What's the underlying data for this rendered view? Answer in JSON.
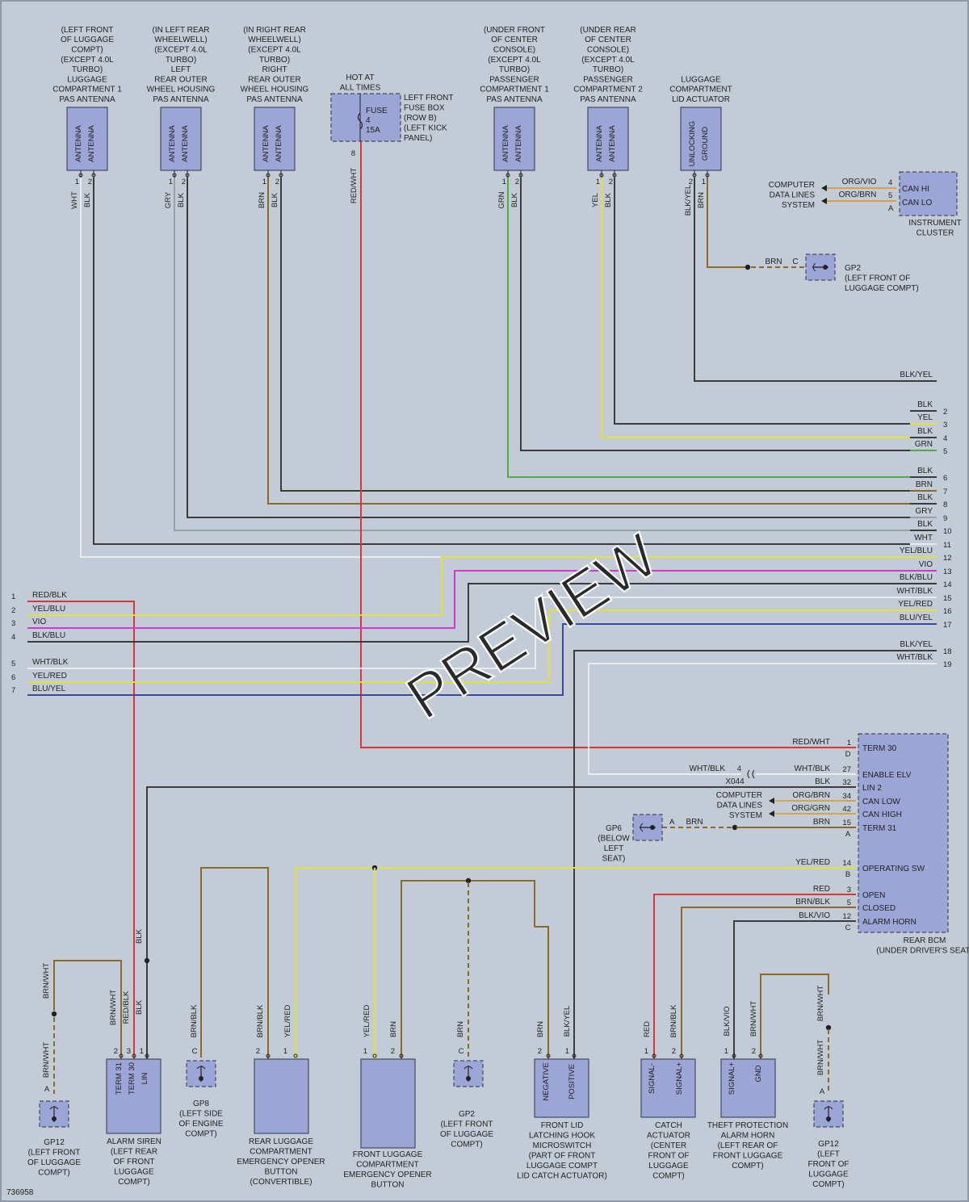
{
  "colors": {
    "RED": "#d8373a",
    "BLK": "#3c3c3c",
    "WHT": "#e9ecef",
    "GRY": "#9aa0a8",
    "BRN": "#8a6a2a",
    "YEL": "#e3e03a",
    "GRN": "#4cae3e",
    "VIO": "#cc3ad0",
    "BLU": "#3a4aa0",
    "ORG": "#d9a050"
  },
  "diagram_id": "736958",
  "watermark": "PREVIEW",
  "hot_at_all_times": [
    "HOT AT",
    "ALL TIMES"
  ],
  "fuse": {
    "label": "FUSE",
    "num": "4",
    "amp": "15A",
    "pin": "8",
    "wire": "RED/WHT",
    "location": [
      "LEFT FRONT",
      "FUSE BOX",
      "(ROW B)",
      "(LEFT KICK",
      "PANEL)"
    ]
  },
  "antennas": [
    {
      "title": [
        "(LEFT FRONT",
        "OF LUGGAGE",
        "COMPT)",
        "(EXCEPT 4.0L",
        "TURBO)",
        "LUGGAGE",
        "COMPARTMENT 1",
        "PAS ANTENNA"
      ],
      "pins": [
        "ANTENNA",
        "ANTENNA"
      ],
      "pin_nums": [
        "1",
        "2"
      ],
      "wires": [
        "WHT",
        "BLK"
      ]
    },
    {
      "title": [
        "(IN LEFT REAR",
        "WHEELWELL)",
        "(EXCEPT 4.0L",
        "TURBO)",
        "LEFT",
        "REAR OUTER",
        "WHEEL HOUSING",
        "PAS ANTENNA"
      ],
      "pins": [
        "ANTENNA",
        "ANTENNA"
      ],
      "pin_nums": [
        "1",
        "2"
      ],
      "wires": [
        "GRY",
        "BLK"
      ]
    },
    {
      "title": [
        "(IN RIGHT REAR",
        "WHEELWELL)",
        "(EXCEPT 4.0L",
        "TURBO)",
        "RIGHT",
        "REAR OUTER",
        "WHEEL HOUSING",
        "PAS ANTENNA"
      ],
      "pins": [
        "ANTENNA",
        "ANTENNA"
      ],
      "pin_nums": [
        "1",
        "2"
      ],
      "wires": [
        "BRN",
        "BLK"
      ]
    },
    {
      "title": [
        "(UNDER FRONT",
        "OF CENTER",
        "CONSOLE)",
        "(EXCEPT 4.0L",
        "TURBO)",
        "PASSENGER",
        "COMPARTMENT 1",
        "PAS ANTENNA"
      ],
      "pins": [
        "ANTENNA",
        "ANTENNA"
      ],
      "pin_nums": [
        "1",
        "2"
      ],
      "wires": [
        "GRN",
        "BLK"
      ]
    },
    {
      "title": [
        "(UNDER REAR",
        "OF CENTER",
        "CONSOLE)",
        "(EXCEPT 4.0L",
        "TURBO)",
        "PASSENGER",
        "COMPARTMENT 2",
        "PAS ANTENNA"
      ],
      "pins": [
        "ANTENNA",
        "ANTENNA"
      ],
      "pin_nums": [
        "1",
        "2"
      ],
      "wires": [
        "YEL",
        "BLK"
      ]
    },
    {
      "title": [
        "LUGGAGE",
        "COMPARTMENT",
        "LID ACTUATOR"
      ],
      "pins": [
        "UNLOCKING",
        "GROUND"
      ],
      "pin_nums": [
        "2",
        "1"
      ],
      "wires": [
        "BLK/YEL",
        "BRN"
      ]
    }
  ],
  "instrument_cluster": {
    "name": [
      "INSTRUMENT",
      "CLUSTER"
    ],
    "pins": [
      "CAN HI",
      "CAN LO"
    ],
    "pin_nums": [
      "4",
      "5"
    ],
    "conn": "A",
    "wires": [
      "ORG/VIO",
      "ORG/BRN"
    ],
    "bus": [
      "COMPUTER",
      "DATA LINES",
      "SYSTEM"
    ]
  },
  "gp2_top": {
    "wire": "BRN",
    "pin": "C",
    "name": [
      "GP2",
      "(LEFT FRONT OF",
      "LUGGAGE COMPT)"
    ]
  },
  "right_lines": [
    {
      "label": "BLK/YEL",
      "num": ""
    },
    {
      "label": "BLK",
      "num": "2"
    },
    {
      "label": "YEL",
      "num": "3"
    },
    {
      "label": "BLK",
      "num": "4"
    },
    {
      "label": "GRN",
      "num": "5"
    },
    {
      "label": "BLK",
      "num": "6"
    },
    {
      "label": "BRN",
      "num": "7"
    },
    {
      "label": "BLK",
      "num": "8"
    },
    {
      "label": "GRY",
      "num": "9"
    },
    {
      "label": "BLK",
      "num": "10"
    },
    {
      "label": "WHT",
      "num": "11"
    },
    {
      "label": "YEL/BLU",
      "num": "12"
    },
    {
      "label": "VIO",
      "num": "13"
    },
    {
      "label": "BLK/BLU",
      "num": "14"
    },
    {
      "label": "WHT/BLK",
      "num": "15"
    },
    {
      "label": "YEL/RED",
      "num": "16"
    },
    {
      "label": "BLU/YEL",
      "num": "17"
    },
    {
      "label": "BLK/YEL",
      "num": "18"
    },
    {
      "label": "WHT/BLK",
      "num": "19"
    }
  ],
  "left_lines": [
    {
      "label": "RED/BLK",
      "num": "1"
    },
    {
      "label": "YEL/BLU",
      "num": "2"
    },
    {
      "label": "VIO",
      "num": "3"
    },
    {
      "label": "BLK/BLU",
      "num": "4"
    },
    {
      "label": "WHT/BLK",
      "num": "5"
    },
    {
      "label": "YEL/RED",
      "num": "6"
    },
    {
      "label": "BLU/YEL",
      "num": "7"
    }
  ],
  "bcm": {
    "name": [
      "REAR BCM",
      "(UNDER DRIVER'S SEAT)"
    ],
    "pins": [
      {
        "wire": "RED/WHT",
        "num": "1",
        "conn": "D",
        "label": "TERM 30"
      },
      {
        "wire": "WHT/BLK",
        "num": "27",
        "conn": "",
        "label": "ENABLE ELV"
      },
      {
        "wire": "BLK",
        "num": "32",
        "conn": "",
        "label": "LIN 2"
      },
      {
        "wire": "ORG/BRN",
        "num": "34",
        "conn": "",
        "label": "CAN LOW"
      },
      {
        "wire": "ORG/GRN",
        "num": "42",
        "conn": "",
        "label": "CAN HIGH"
      },
      {
        "wire": "BRN",
        "num": "15",
        "conn": "A",
        "label": "TERM 31"
      },
      {
        "wire": "YEL/RED",
        "num": "14",
        "conn": "B",
        "label": "OPERATING SW"
      },
      {
        "wire": "RED",
        "num": "3",
        "conn": "",
        "label": "OPEN"
      },
      {
        "wire": "BRN/BLK",
        "num": "5",
        "conn": "",
        "label": "CLOSED"
      },
      {
        "wire": "BLK/VIO",
        "num": "12",
        "conn": "C",
        "label": "ALARM HORN"
      }
    ],
    "x044": {
      "wire": "WHT/BLK",
      "pin": "4",
      "name": "X044"
    },
    "bus": [
      "COMPUTER",
      "DATA LINES",
      "SYSTEM"
    ],
    "gp6": {
      "name": [
        "GP6",
        "(BELOW",
        "LEFT",
        "SEAT)"
      ],
      "pin": "A",
      "wire": "BRN"
    }
  },
  "bottom": {
    "gp12_left": {
      "wire": "BRN/WHT",
      "pin": "A",
      "name": [
        "GP12",
        "(LEFT FRONT",
        "OF LUGGAGE",
        "COMPT)"
      ]
    },
    "siren": {
      "pins": [
        "TERM 31",
        "TERM 30",
        "LIN"
      ],
      "pin_nums": [
        "2",
        "3",
        "1"
      ],
      "wires": [
        "BRN/WHT",
        "RED/BLK",
        "BLK"
      ],
      "name": [
        "ALARM SIREN",
        "(LEFT REAR",
        "OF FRONT",
        "LUGGAGE",
        "COMPT)"
      ]
    },
    "gp8": {
      "wire": "BRN/BLK",
      "pin": "C",
      "name": [
        "GP8",
        "(LEFT SIDE",
        "OF ENGINE",
        "COMPT)"
      ]
    },
    "rear_opener": {
      "pin_nums": [
        "2",
        "1"
      ],
      "wires": [
        "BRN/BLK",
        "YEL/RED"
      ],
      "name": [
        "REAR LUGGAGE",
        "COMPARTMENT",
        "EMERGENCY OPENER",
        "BUTTON",
        "(CONVERTIBLE)"
      ]
    },
    "front_opener": {
      "pin_nums": [
        "1",
        "2"
      ],
      "wires": [
        "YEL/RED",
        "BRN"
      ],
      "name": [
        "FRONT LUGGAGE",
        "COMPARTMENT",
        "EMERGENCY OPENER",
        "BUTTON"
      ]
    },
    "gp2_bot": {
      "wire": "BRN",
      "pin": "C",
      "name": [
        "GP2",
        "(LEFT FRONT",
        "OF LUGGAGE",
        "COMPT)"
      ]
    },
    "microswitch": {
      "pins": [
        "NEGATIVE",
        "POSITIVE"
      ],
      "pin_nums": [
        "2",
        "1"
      ],
      "wires": [
        "BRN",
        "BLK/YEL"
      ],
      "name": [
        "FRONT LID",
        "LATCHING HOOK",
        "MICROSWITCH",
        "(PART OF FRONT",
        "LUGGAGE COMPT",
        "LID CATCH ACTUATOR)"
      ]
    },
    "catch": {
      "pins": [
        "SIGNAL-",
        "SIGNAL+"
      ],
      "pin_nums": [
        "1",
        "2"
      ],
      "wires": [
        "RED",
        "BRN/BLK"
      ],
      "name": [
        "CATCH",
        "ACTUATOR",
        "(CENTER",
        "FRONT OF",
        "LUGGAGE",
        "COMPT)"
      ]
    },
    "horn": {
      "pins": [
        "SIGNAL+",
        "GND"
      ],
      "pin_nums": [
        "1",
        "2"
      ],
      "wires": [
        "BLK/VIO",
        "BRN/WHT"
      ],
      "name": [
        "THEFT PROTECTION",
        "ALARM HORN",
        "(LEFT REAR OF",
        "FRONT LUGGAGE",
        "COMPT)"
      ]
    },
    "gp12_right": {
      "wire": "BRN/WHT",
      "pin": "A",
      "name": [
        "GP12",
        "(LEFT",
        "FRONT OF",
        "LUGGAGE",
        "COMPT)"
      ]
    }
  }
}
